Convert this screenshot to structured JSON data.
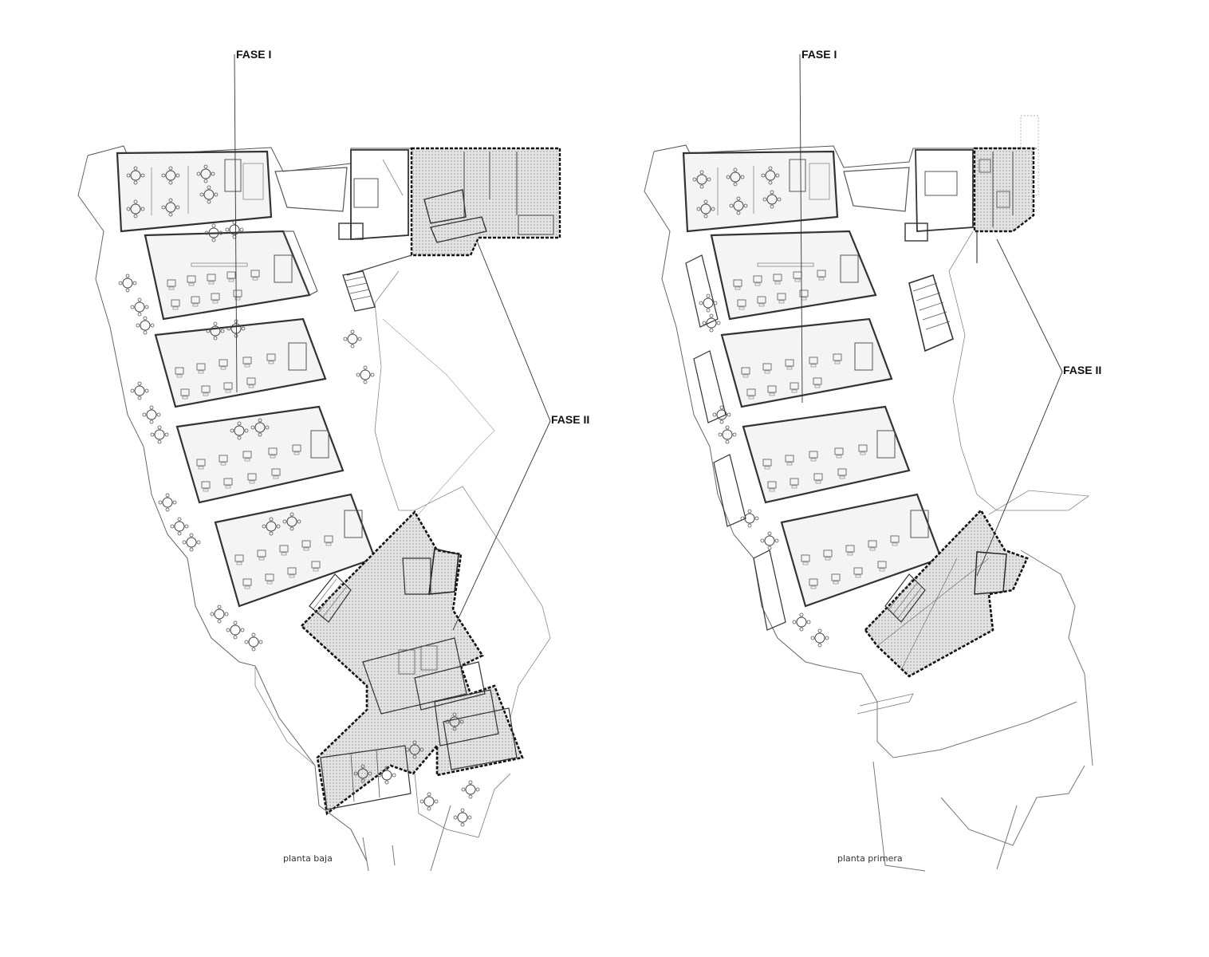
{
  "labels": {
    "fase_1": "FASE I",
    "fase_2": "FASE II"
  },
  "plans": [
    {
      "caption": "planta baja"
    },
    {
      "caption": "planta primera"
    }
  ],
  "colors": {
    "line": "#3a3a3a",
    "light_line": "#9a9a9a",
    "phase_2_fill": "#cfcfcf",
    "phase_2_border": "#111111"
  }
}
